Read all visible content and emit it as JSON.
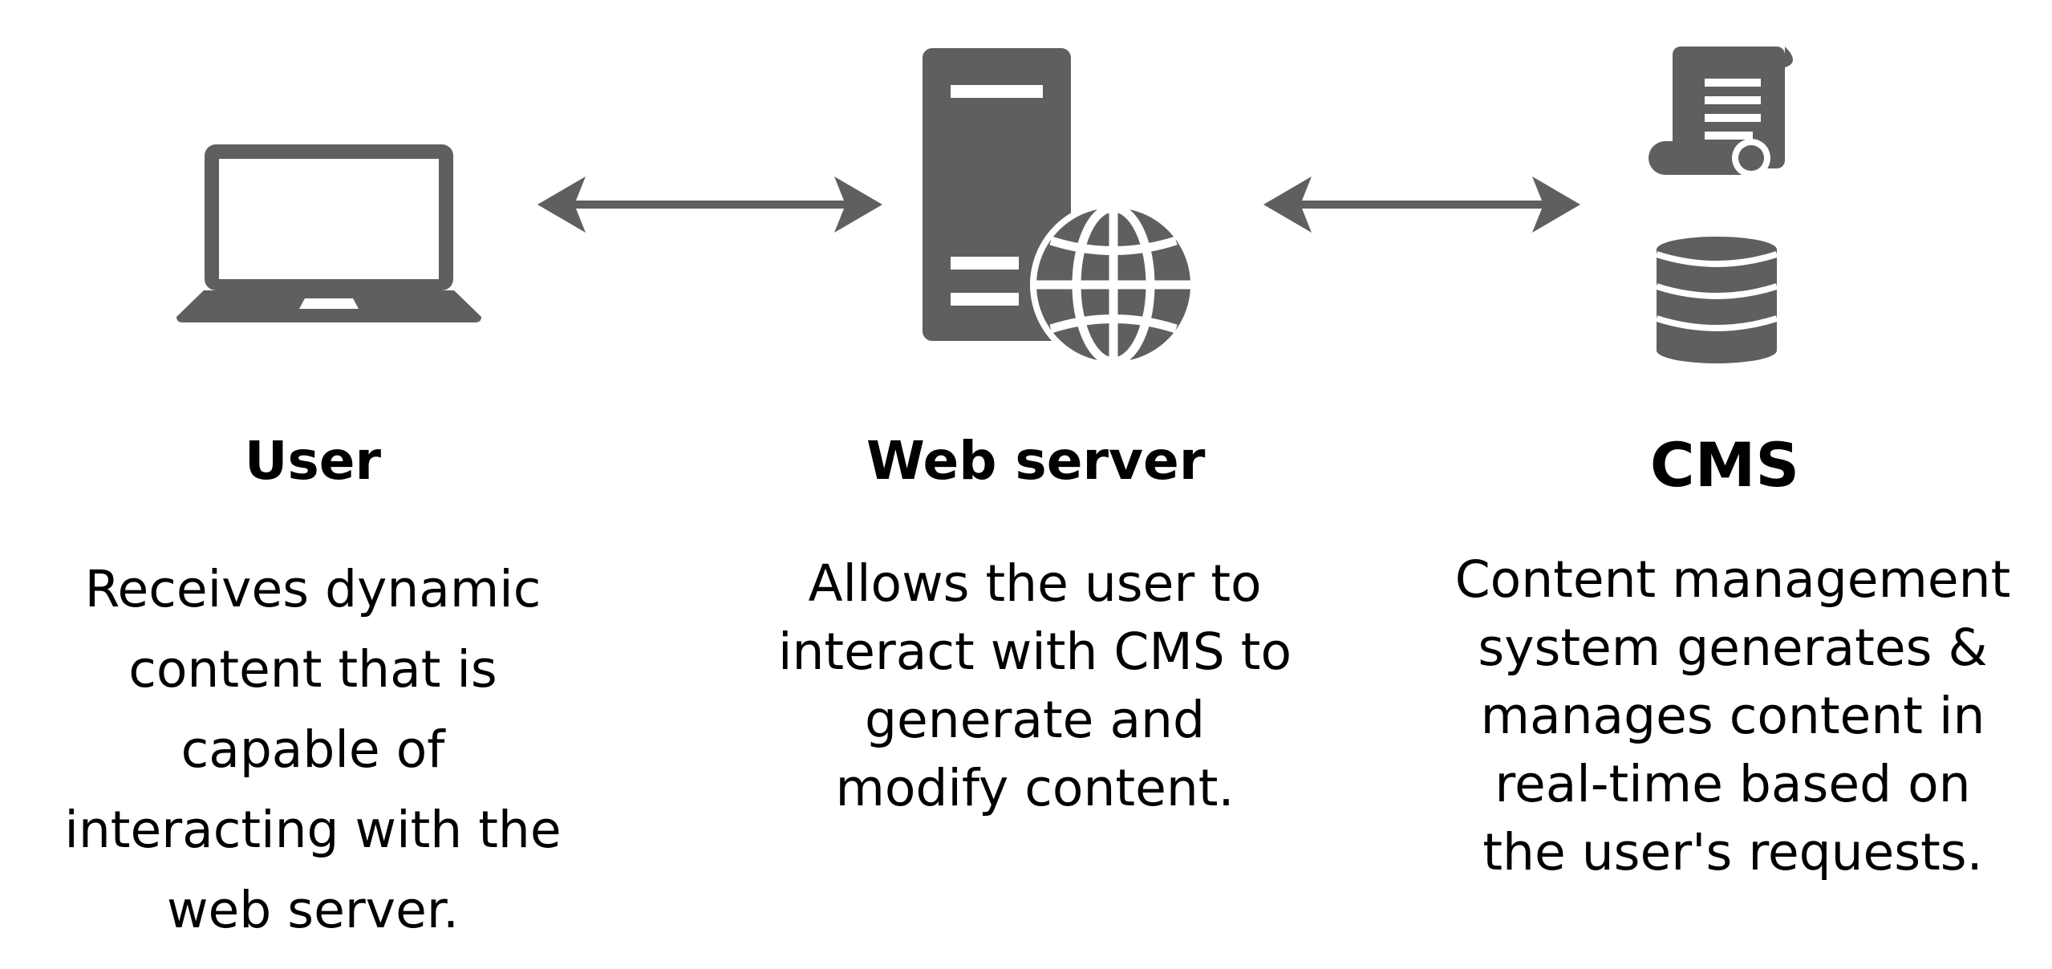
{
  "colors": {
    "icon": "#5f5f5f",
    "text": "#000000",
    "background": "#ffffff"
  },
  "user": {
    "icon": "laptop-icon",
    "title": "User",
    "description": [
      "Receives dynamic",
      "content that is",
      "capable of",
      "interacting with the",
      "web server."
    ]
  },
  "web_server": {
    "icon": "web-server-globe-icon",
    "title": "Web server",
    "description": [
      "Allows the user to",
      "interact with CMS to",
      "generate and",
      "modify content."
    ]
  },
  "cms": {
    "icons": [
      "scroll-document-icon",
      "database-icon"
    ],
    "title": "CMS",
    "description": [
      "Content management",
      "system generates &",
      "manages content in",
      "real-time based on",
      "the user's requests."
    ]
  },
  "connections": [
    {
      "from": "User",
      "to": "Web server",
      "type": "bidirectional"
    },
    {
      "from": "Web server",
      "to": "CMS",
      "type": "bidirectional"
    }
  ]
}
